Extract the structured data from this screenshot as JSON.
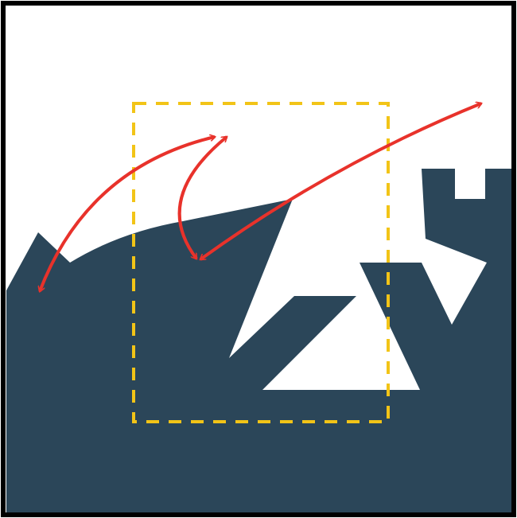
{
  "colors": {
    "background": "#ffffff",
    "border": "#000000",
    "landmass": "#2b4659",
    "selection_box": "#f2c417",
    "arrows": "#e8322b"
  },
  "diagram": {
    "shapes": [
      "landmass-silhouette",
      "castle-tower",
      "white-cutout-triangle",
      "white-cutout-wedge"
    ],
    "selection_box": "dashed-rectangle",
    "arrows": [
      "double-headed-arrow",
      "double-headed-arrow",
      "double-headed-arrow"
    ]
  }
}
